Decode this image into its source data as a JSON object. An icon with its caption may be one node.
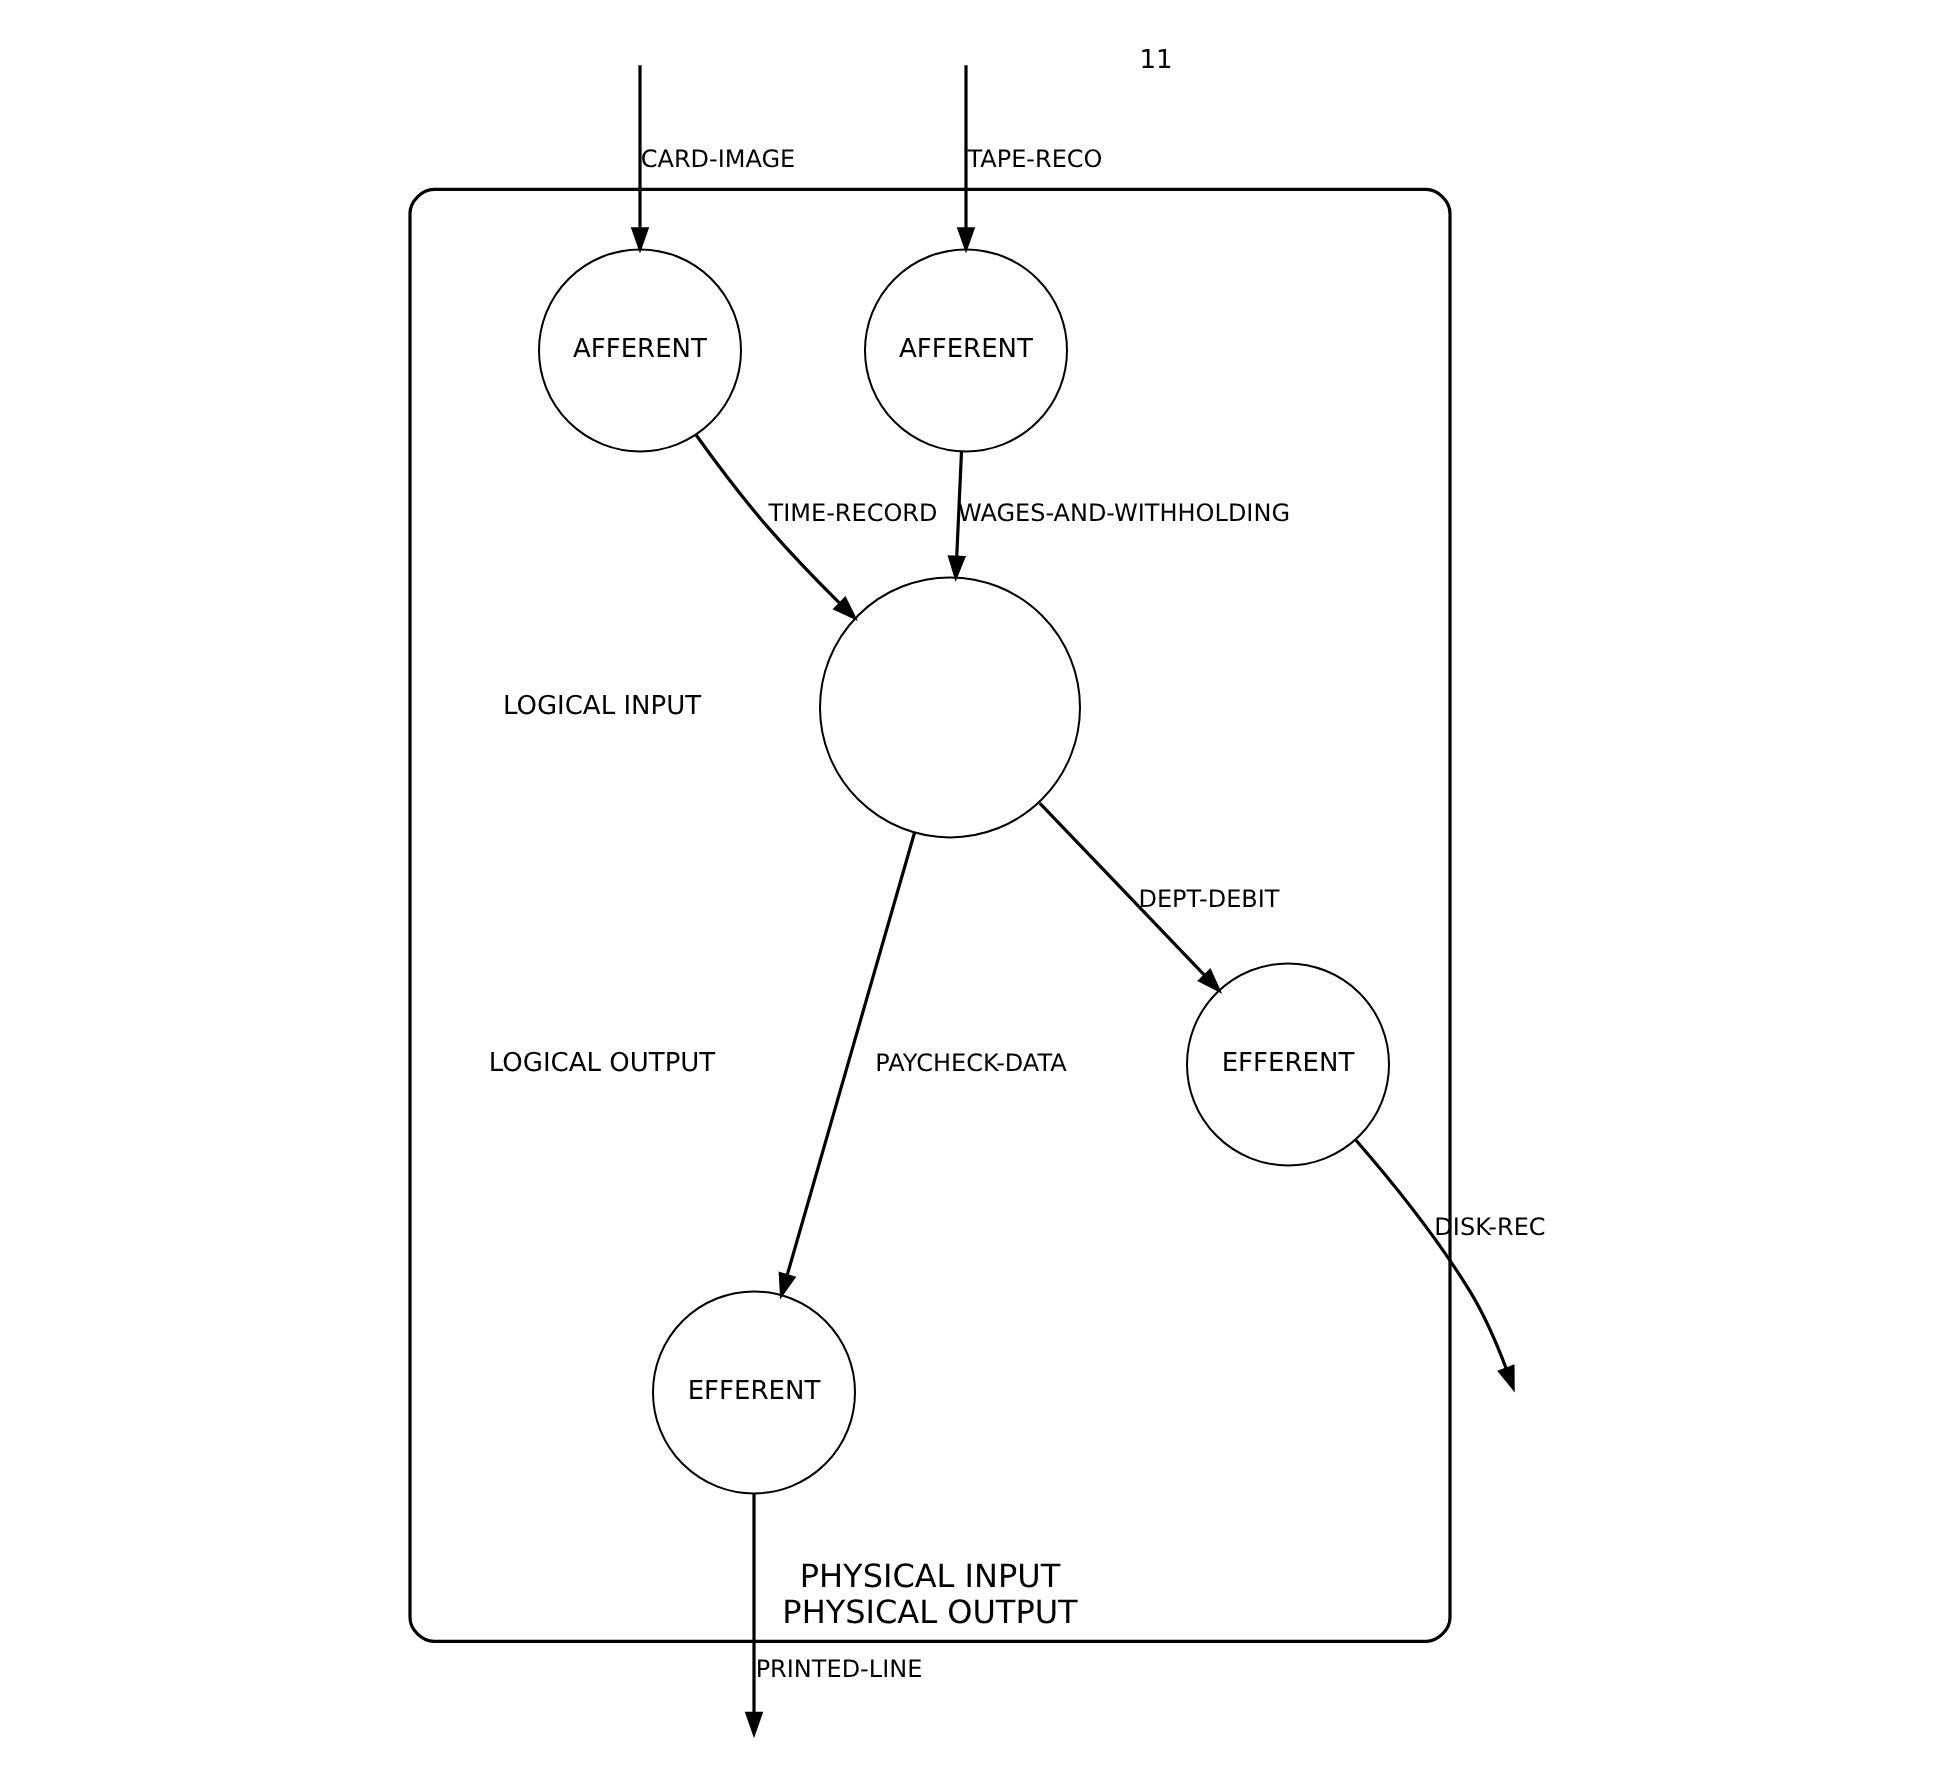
{
  "diagram": {
    "nodes": [
      {
        "text": [
          "PHYSICAL INPUT",
          "PHYSICAL OUTPUT"
        ]
      },
      {
        "text": [
          "AFFERENT"
        ],
        "in": 0
      },
      {
        "text": [
          "AFFERENT"
        ],
        "in": 0
      },
      {
        "text": [],
        "shape": "circle",
        "in": 0
      },
      {
        "text": [
          "EFFERENT"
        ],
        "in": 0
      },
      {
        "text": [
          "EFFERENT"
        ],
        "in": 0
      }
    ],
    "edges": [
      {
        "from": null,
        "to": 1,
        "arrow": "to",
        "label": "CARD-IMAGE"
      },
      {
        "from": null,
        "to": 2,
        "arrow": "to",
        "label": "TAPE-RECO"
      },
      {
        "from": 1,
        "to": 3,
        "arrow": "to",
        "label": "TIME-RECORD"
      },
      {
        "from": 2,
        "to": 3,
        "arrow": "to",
        "label": "WAGES-AND-WITHHOLDING"
      },
      {
        "from": 3,
        "to": 4,
        "arrow": "to",
        "label": "PAYCHECK-DATA"
      },
      {
        "from": 3,
        "to": 5,
        "arrow": "to",
        "label": "DEPT-DEBIT"
      },
      {
        "from": 4,
        "to": null,
        "arrow": "to",
        "label": "PRINTED-LINE"
      },
      {
        "from": 5,
        "to": null,
        "arrow": "to",
        "label": "DISK-REC"
      }
    ],
    "labels": [
      "LOGICAL INPUT",
      "LOGICAL OUTPUT",
      "11"
    ]
  }
}
